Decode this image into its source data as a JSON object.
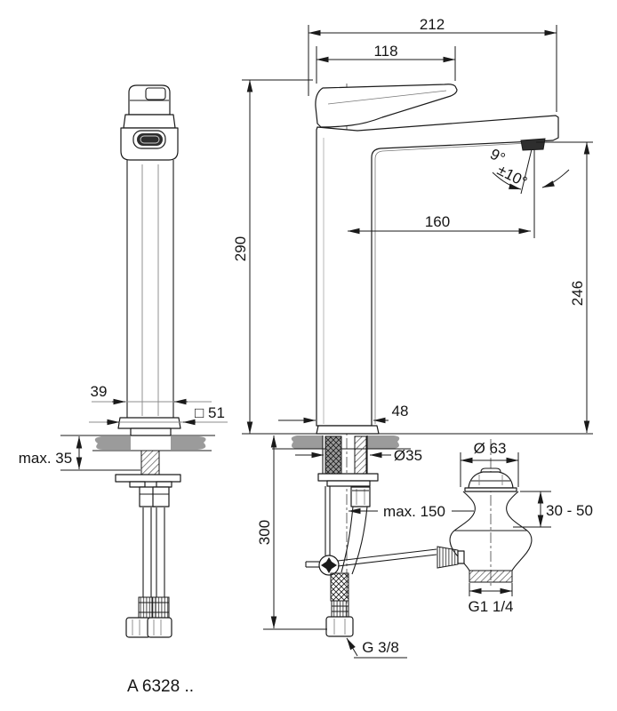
{
  "meta": {
    "model_code": "A 6328 ..",
    "drawing_type": "single-lever tall basin mixer installation drawing"
  },
  "colors": {
    "line": "#1a1a1a",
    "counter_gray": "#9b9b9b",
    "outlet_dark": "#2e2e2e",
    "dim_gray_line": "#8c8c8c"
  },
  "dimensions": {
    "overall_reach": "212",
    "lever_length": "118",
    "angle": "9°",
    "angle_tolerance": "±10°",
    "spout_reach": "160",
    "outlet_height": "246",
    "body_height": "290",
    "handle_width": "39",
    "base_square": "□ 51",
    "max_deck_front": "max. 35",
    "body_depth": "48",
    "hole_diameter": "Ø35",
    "hose_offset": "max. 150",
    "hose_drop": "300",
    "waste_flange": "Ø 63",
    "waste_deck_range": "30 - 50",
    "waste_thread": "G1 1/4",
    "supply_thread": "G 3/8"
  }
}
